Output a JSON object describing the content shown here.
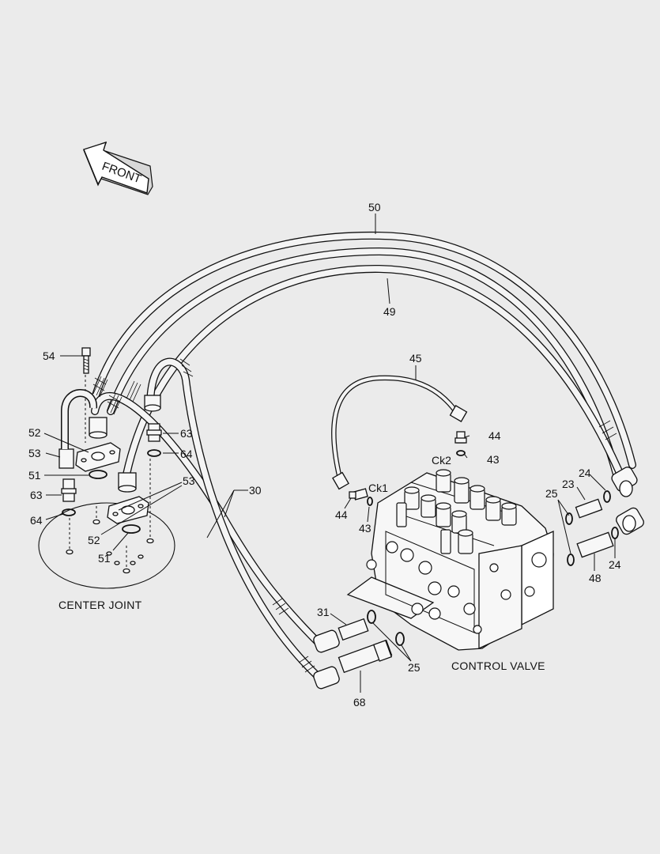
{
  "front_label": "FRONT",
  "captions": {
    "center_joint": "CENTER JOINT",
    "control_valve": "CONTROL VALVE"
  },
  "callouts": {
    "c50": "50",
    "c49": "49",
    "c45": "45",
    "c54": "54",
    "c52a": "52",
    "c53a": "53",
    "c51a": "51",
    "c63a": "63",
    "c64a": "64",
    "c63b": "63",
    "c64b": "64",
    "c53b": "53",
    "c52b": "52",
    "c51b": "51",
    "c30": "30",
    "c44a": "44",
    "c43a": "43",
    "ck2": "Ck2",
    "ck1": "Ck1",
    "c44b": "44",
    "c43b": "43",
    "c24a": "24",
    "c23": "23",
    "c25a": "25",
    "c24b": "24",
    "c48": "48",
    "c31": "31",
    "c25b": "25",
    "c68": "68"
  },
  "colors": {
    "background": "#ebebeb",
    "line": "#111111",
    "part_fill": "#f7f7f7"
  }
}
